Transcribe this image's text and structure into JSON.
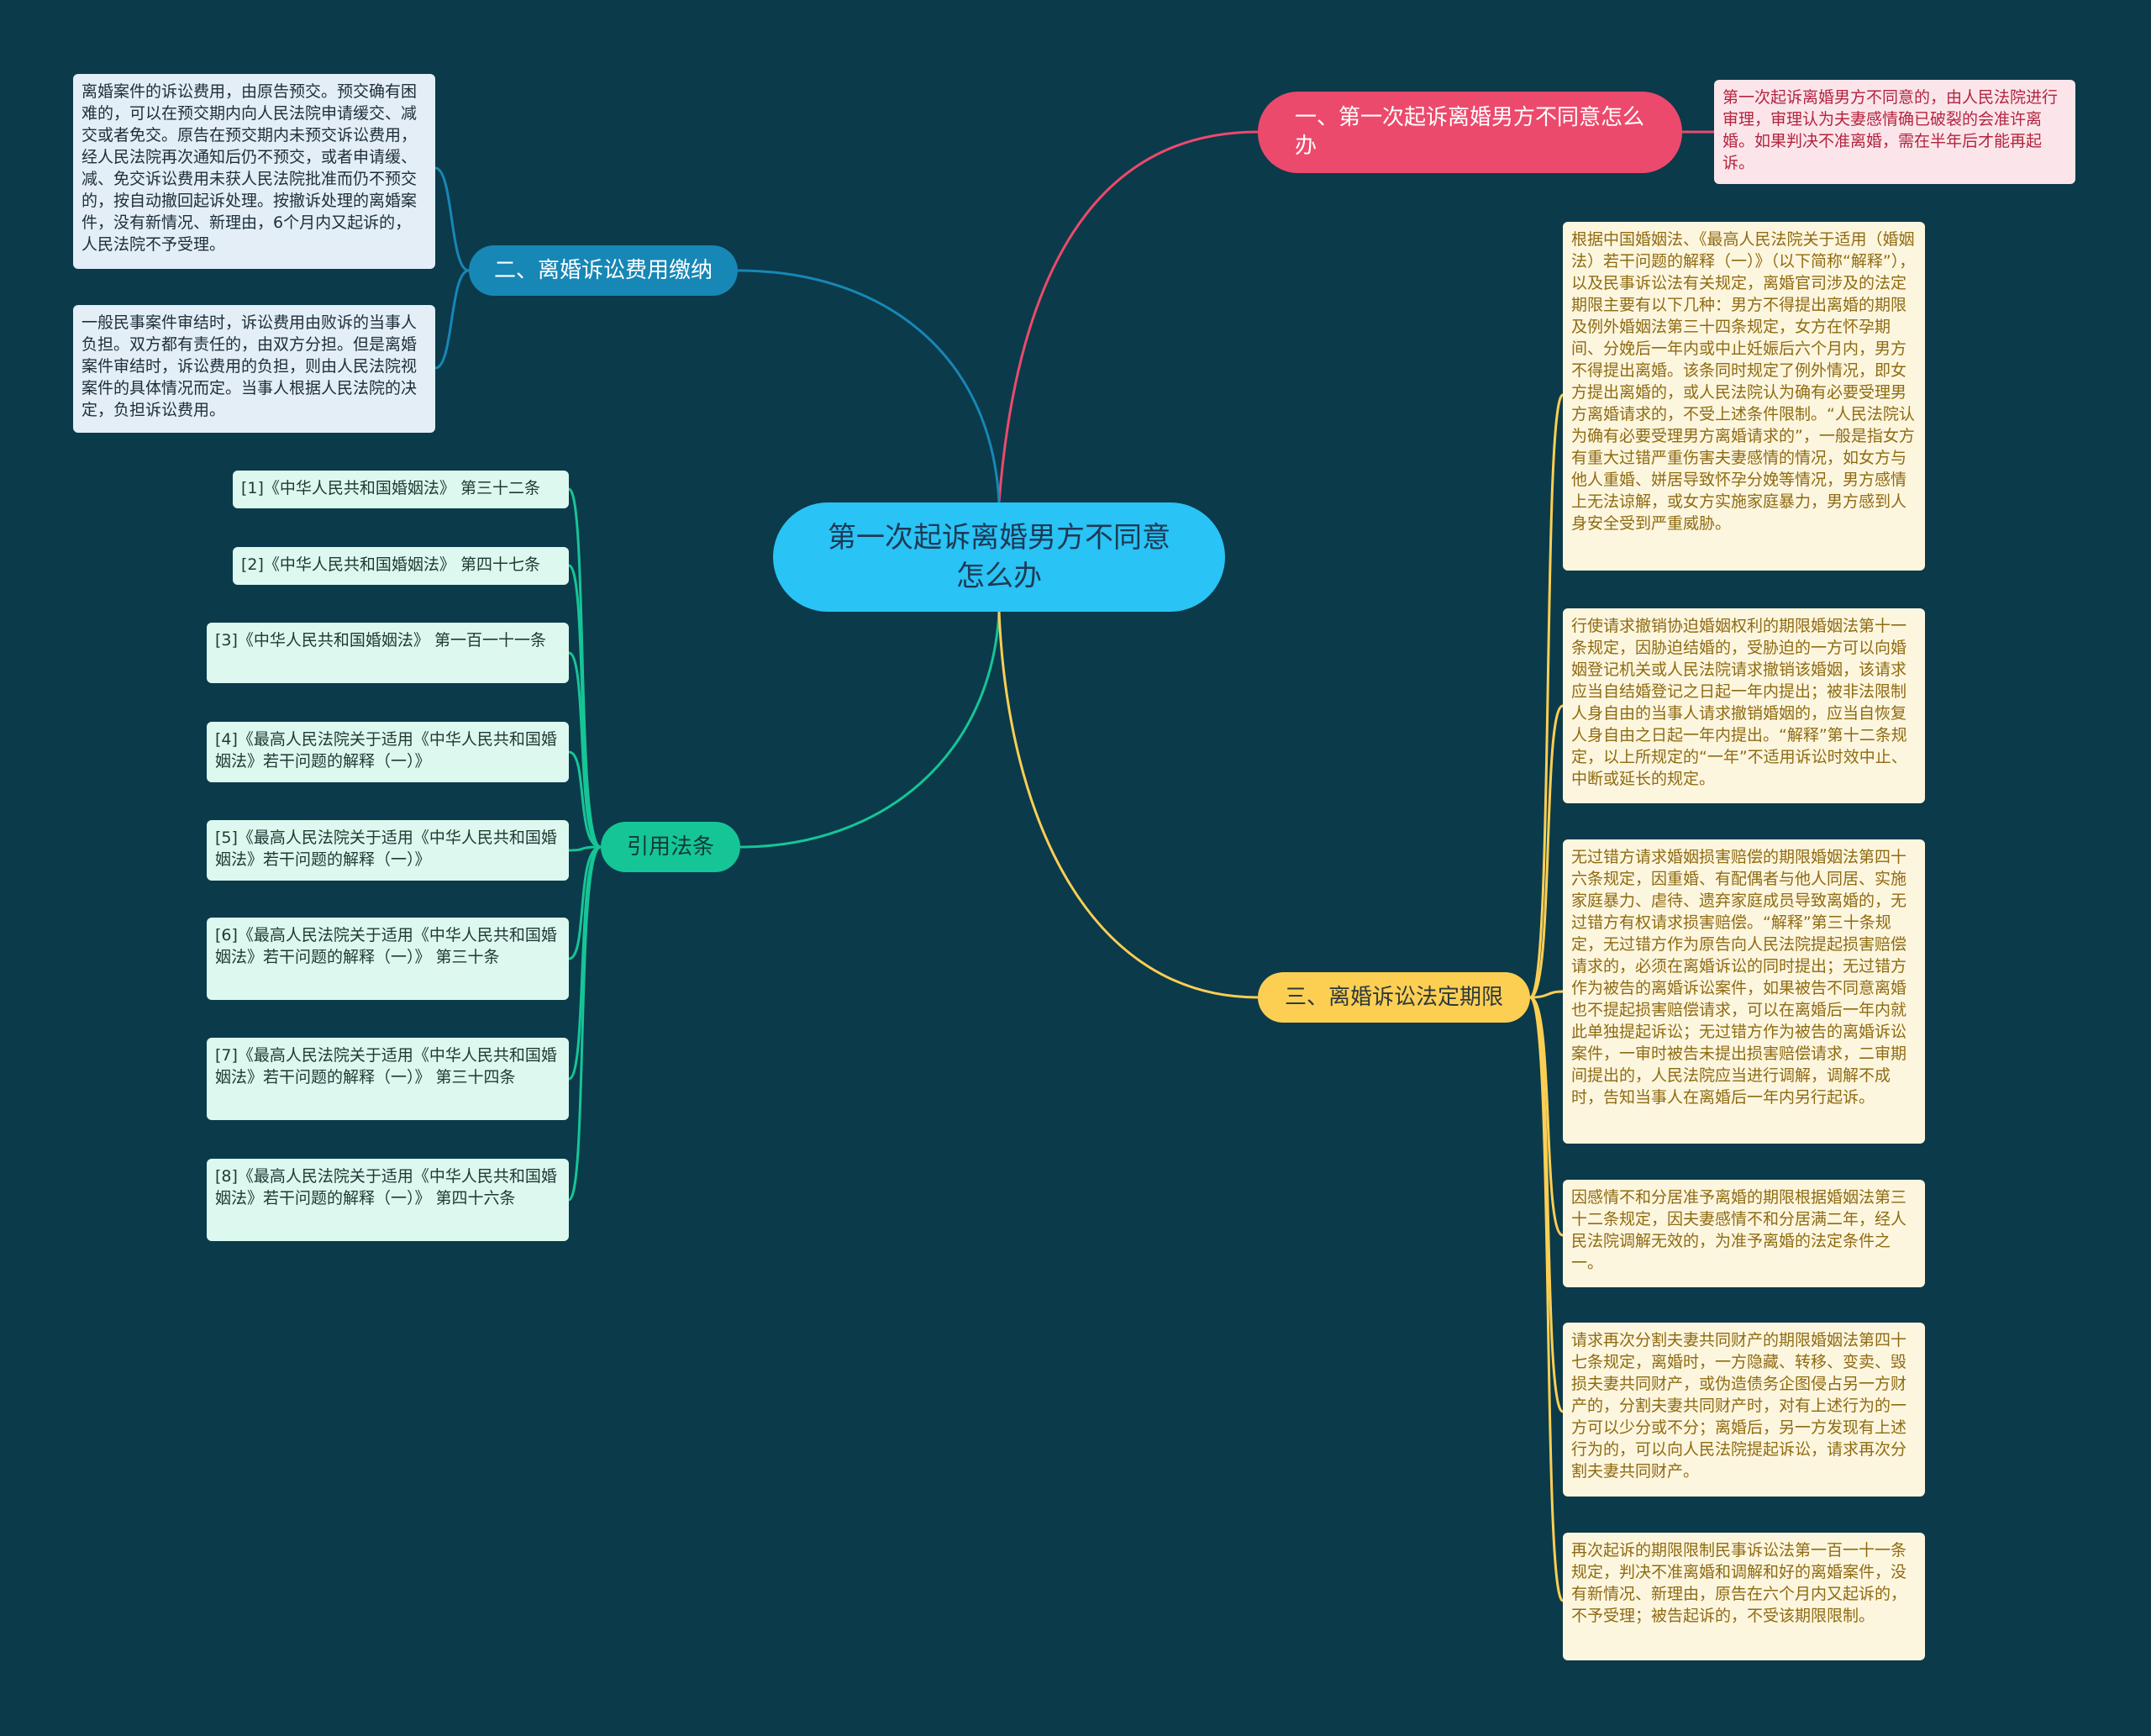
{
  "center": "第一次起诉离婚男方不同意怎么办",
  "branches": {
    "b1": {
      "label": "一、第一次起诉离婚男方不同意怎么办",
      "color": "#ec4a6c",
      "notes": [
        "第一次起诉离婚男方不同意的，由人民法院进行审理，审理认为夫妻感情确已破裂的会准许离婚。如果判决不准离婚，需在半年后才能再起诉。"
      ]
    },
    "b2": {
      "label": "二、离婚诉讼费用缴纳",
      "color": "#1787b6",
      "notes": [
        "离婚案件的诉讼费用，由原告预交。预交确有困难的，可以在预交期内向人民法院申请缓交、减交或者免交。原告在预交期内未预交诉讼费用，经人民法院再次通知后仍不预交，或者申请缓、减、免交诉讼费用未获人民法院批准而仍不预交的，按自动撤回起诉处理。按撤诉处理的离婚案件，没有新情况、新理由，6个月内又起诉的，人民法院不予受理。",
        "一般民事案件审结时，诉讼费用由败诉的当事人负担。双方都有责任的，由双方分担。但是离婚案件审结时，诉讼费用的负担，则由人民法院视案件的具体情况而定。当事人根据人民法院的决定，负担诉讼费用。"
      ]
    },
    "b3": {
      "label": "引用法条",
      "color": "#16c596",
      "notes": [
        "[1]《中华人民共和国婚姻法》 第三十二条",
        "[2]《中华人民共和国婚姻法》 第四十七条",
        "[3]《中华人民共和国婚姻法》 第一百一十一条",
        "[4]《最高人民法院关于适用《中华人民共和国婚姻法》若干问题的解释（一）》",
        "[5]《最高人民法院关于适用《中华人民共和国婚姻法》若干问题的解释（一）》",
        "[6]《最高人民法院关于适用《中华人民共和国婚姻法》若干问题的解释（一）》 第三十条",
        "[7]《最高人民法院关于适用《中华人民共和国婚姻法》若干问题的解释（一）》 第三十四条",
        "[8]《最高人民法院关于适用《中华人民共和国婚姻法》若干问题的解释（一）》 第四十六条"
      ]
    },
    "b4": {
      "label": "三、离婚诉讼法定期限",
      "color": "#fccf53",
      "notes": [
        "根据中国婚姻法、《最高人民法院关于适用（婚姻法）若干问题的解释（一）》（以下简称“解释”），以及民事诉讼法有关规定，离婚官司涉及的法定期限主要有以下几种：男方不得提出离婚的期限及例外婚姻法第三十四条规定，女方在怀孕期间、分娩后一年内或中止妊娠后六个月内，男方不得提出离婚。该条同时规定了例外情况，即女方提出离婚的，或人民法院认为确有必要受理男方离婚请求的，不受上述条件限制。“人民法院认为确有必要受理男方离婚请求的”，一般是指女方有重大过错严重伤害夫妻感情的情况，如女方与他人重婚、姘居导致怀孕分娩等情况，男方感情上无法谅解，或女方实施家庭暴力，男方感到人身安全受到严重威胁。",
        "行使请求撤销协迫婚姻权利的期限婚姻法第十一条规定，因胁迫结婚的，受胁迫的一方可以向婚姻登记机关或人民法院请求撤销该婚姻，该请求应当自结婚登记之日起一年内提出；被非法限制人身自由的当事人请求撤销婚姻的，应当自恢复人身自由之日起一年内提出。“解释”第十二条规定，以上所规定的“一年”不适用诉讼时效中止、中断或延长的规定。",
        "无过错方请求婚姻损害赔偿的期限婚姻法第四十六条规定，因重婚、有配偶者与他人同居、实施家庭暴力、虐待、遗弃家庭成员导致离婚的，无过错方有权请求损害赔偿。“解释”第三十条规定，无过错方作为原告向人民法院提起损害赔偿请求的，必须在离婚诉讼的同时提出；无过错方作为被告的离婚诉讼案件，如果被告不同意离婚也不提起损害赔偿请求，可以在离婚后一年内就此单独提起诉讼；无过错方作为被告的离婚诉讼案件，一审时被告未提出损害赔偿请求，二审期间提出的，人民法院应当进行调解，调解不成时，告知当事人在离婚后一年内另行起诉。",
        "因感情不和分居准予离婚的期限根据婚姻法第三十二条规定，因夫妻感情不和分居满二年，经人民法院调解无效的，为准予离婚的法定条件之一。",
        "请求再次分割夫妻共同财产的期限婚姻法第四十七条规定，离婚时，一方隐藏、转移、变卖、毁损夫妻共同财产，或伪造债务企图侵占另一方财产的，分割夫妻共同财产时，对有上述行为的一方可以少分或不分；离婚后，另一方发现有上述行为的，可以向人民法院提起诉讼，请求再次分割夫妻共同财产。",
        "再次起诉的期限限制民事诉讼法第一百一十一条规定，判决不准离婚和调解和好的离婚案件，没有新情况、新理由，原告在六个月内又起诉的，不予受理；被告起诉的，不受该期限限制。"
      ]
    }
  }
}
